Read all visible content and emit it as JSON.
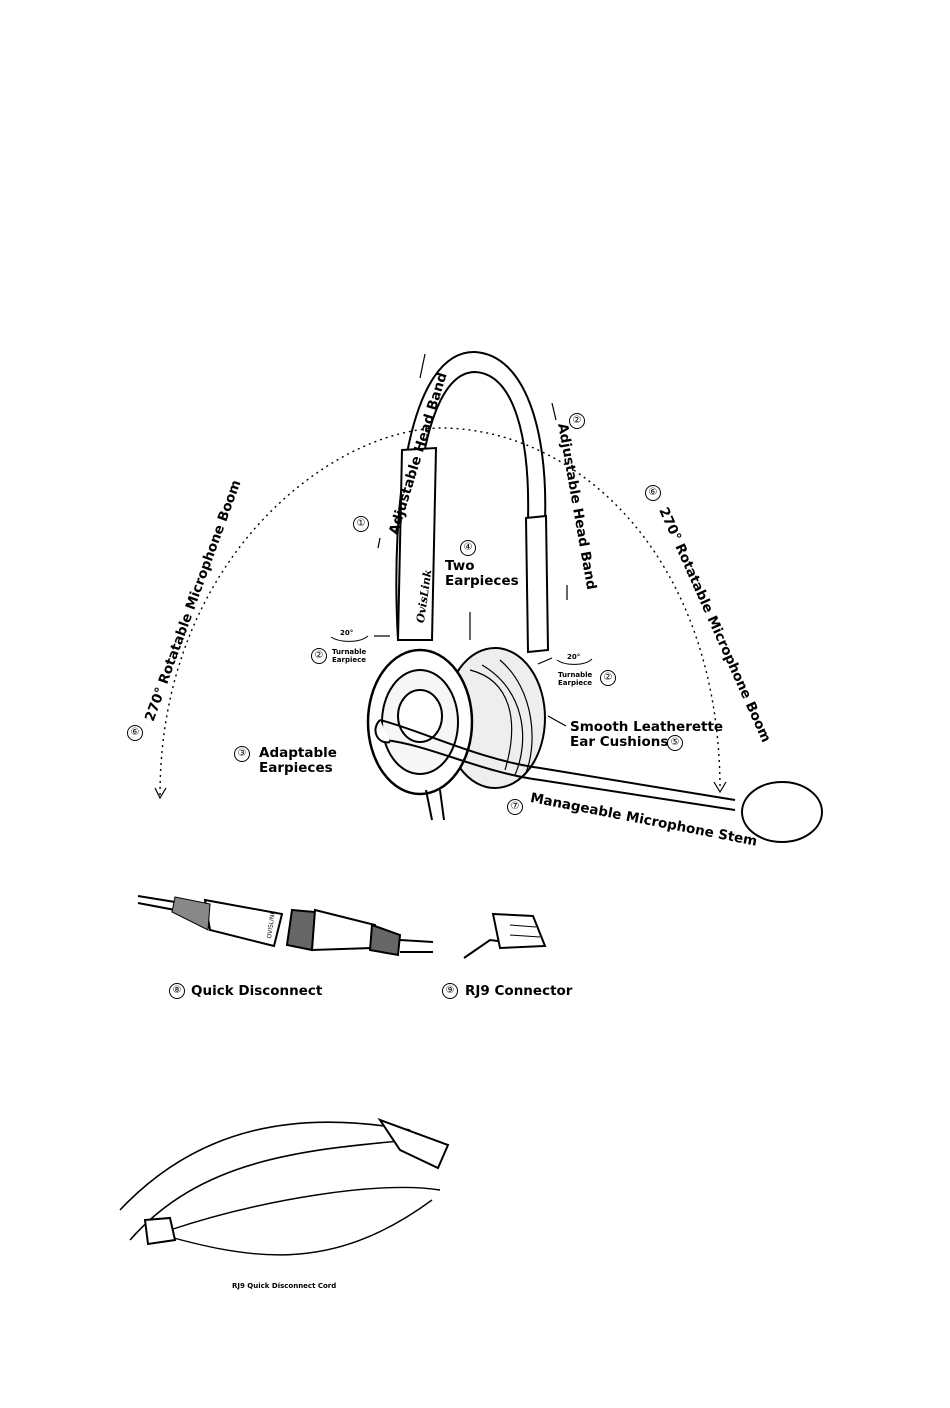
{
  "labels": {
    "adjustable_head_band_left": "Adjustable Head Band",
    "adjustable_head_band_right": "Adjustable Head Band",
    "boom_left": "270° Rotatable Microphone Boom",
    "boom_right": "270° Rotatable Microphone Boom",
    "two_earpieces_line1": "Two",
    "two_earpieces_line2": "Earpieces",
    "adaptable_line1": "Adaptable",
    "adaptable_line2": "Earpieces",
    "cushions_line1": "Smooth Leatherette",
    "cushions_line2": "Ear Cushions",
    "stem": "Manageable Microphone Stem",
    "turnable_line1": "Turnable",
    "turnable_line2": "Earpiece",
    "angle": "20°",
    "quick_disconnect": "Quick Disconnect",
    "rj9": "RJ9 Connector",
    "cord_caption": "RJ9 Quick Disconnect Cord",
    "brand_on_band": "OvisLink",
    "brand_on_plug": "OVISLINK"
  },
  "numbers": {
    "n1": "①",
    "n2": "②",
    "n3": "③",
    "n4": "④",
    "n5": "⑤",
    "n6": "⑥",
    "n7": "⑦",
    "n8": "⑧",
    "n9": "⑨"
  }
}
